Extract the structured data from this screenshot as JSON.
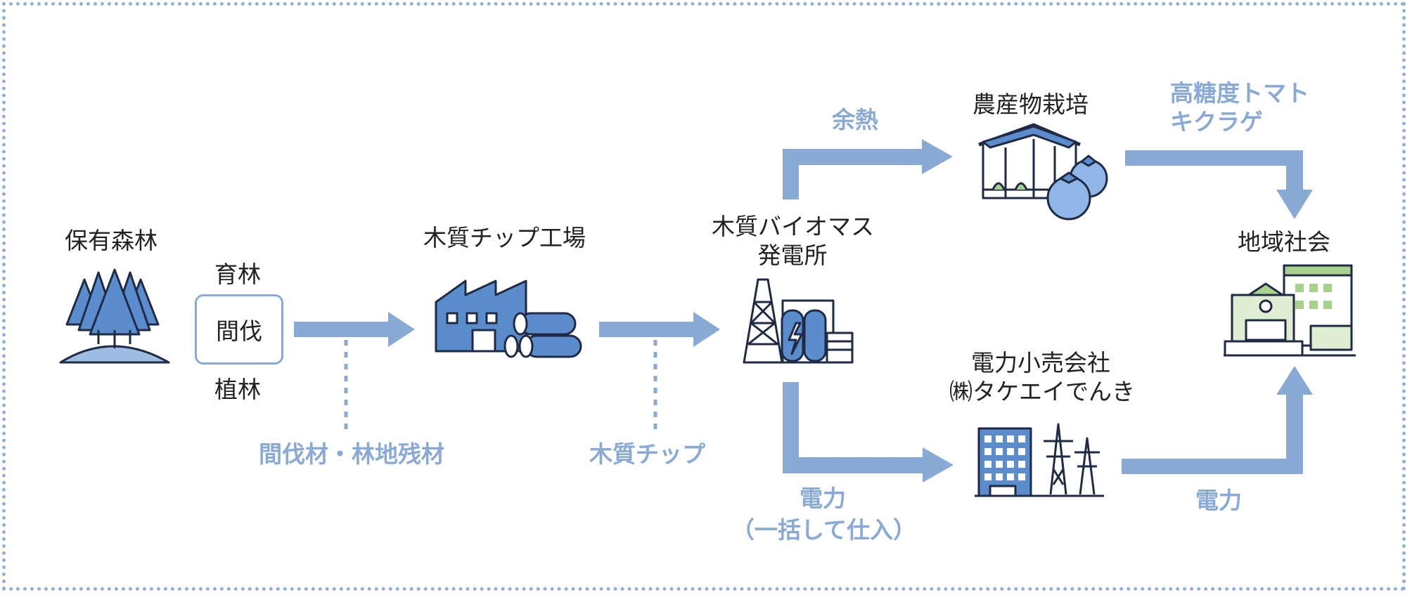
{
  "nodes": {
    "forest": "保有森林",
    "chip_factory": "木質チップ工場",
    "power_plant": [
      "木質バイオマス",
      "発電所"
    ],
    "agriculture": "農産物栽培",
    "retailer": [
      "電力小売会社",
      "㈱タケエイでんき"
    ],
    "community": "地域社会"
  },
  "forest_process": {
    "top": "育林",
    "box": "間伐",
    "bottom": "植林"
  },
  "flows": {
    "thinning_material": "間伐材・林地残材",
    "wood_chip": "木質チップ",
    "waste_heat": "余熱",
    "products": [
      "高糖度トマト",
      "キクラゲ"
    ],
    "electricity_bulk": [
      "電力",
      "（一括して仕入）"
    ],
    "electricity": "電力"
  },
  "colors": {
    "accent": "#8aaad6",
    "icon_blue": "#5b8ccc",
    "light_blue": "#9dbde3",
    "green": "#a9d18e",
    "frame": "#8eb1d8"
  }
}
